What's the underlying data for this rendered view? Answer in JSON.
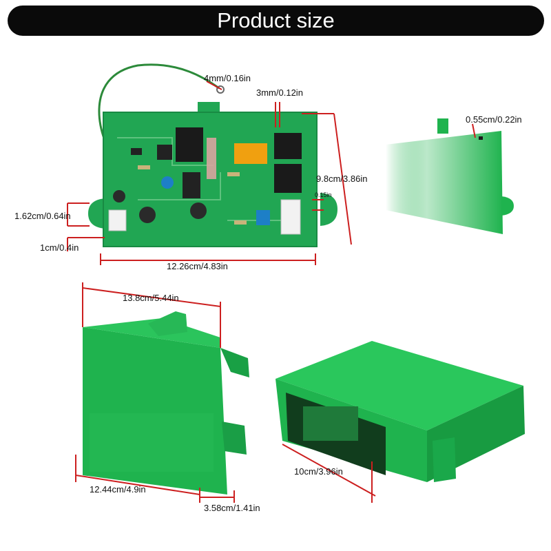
{
  "title": "Product size",
  "colors": {
    "board": "#21a653",
    "case": "#1fb34e",
    "dim_line": "#cc1f1f",
    "banner": "#0a0a0a"
  },
  "labels": {
    "terminal": "4mm/0.16in",
    "pin_gap": "3mm/0.12in",
    "height_board": "9.8cm/3.86in",
    "thickness": "0.15in",
    "mount_tab": "1.62cm/0.64in",
    "edge": "1cm/0.4in",
    "board_width": "12.26cm/4.83in",
    "wall": "0.55cm/0.22in",
    "case_width_top": "13.8cm/5.44in",
    "case_width_bottom": "12.44cm/4.9in",
    "case_depth": "3.58cm/1.41in",
    "case_height": "10cm/3.96in"
  }
}
